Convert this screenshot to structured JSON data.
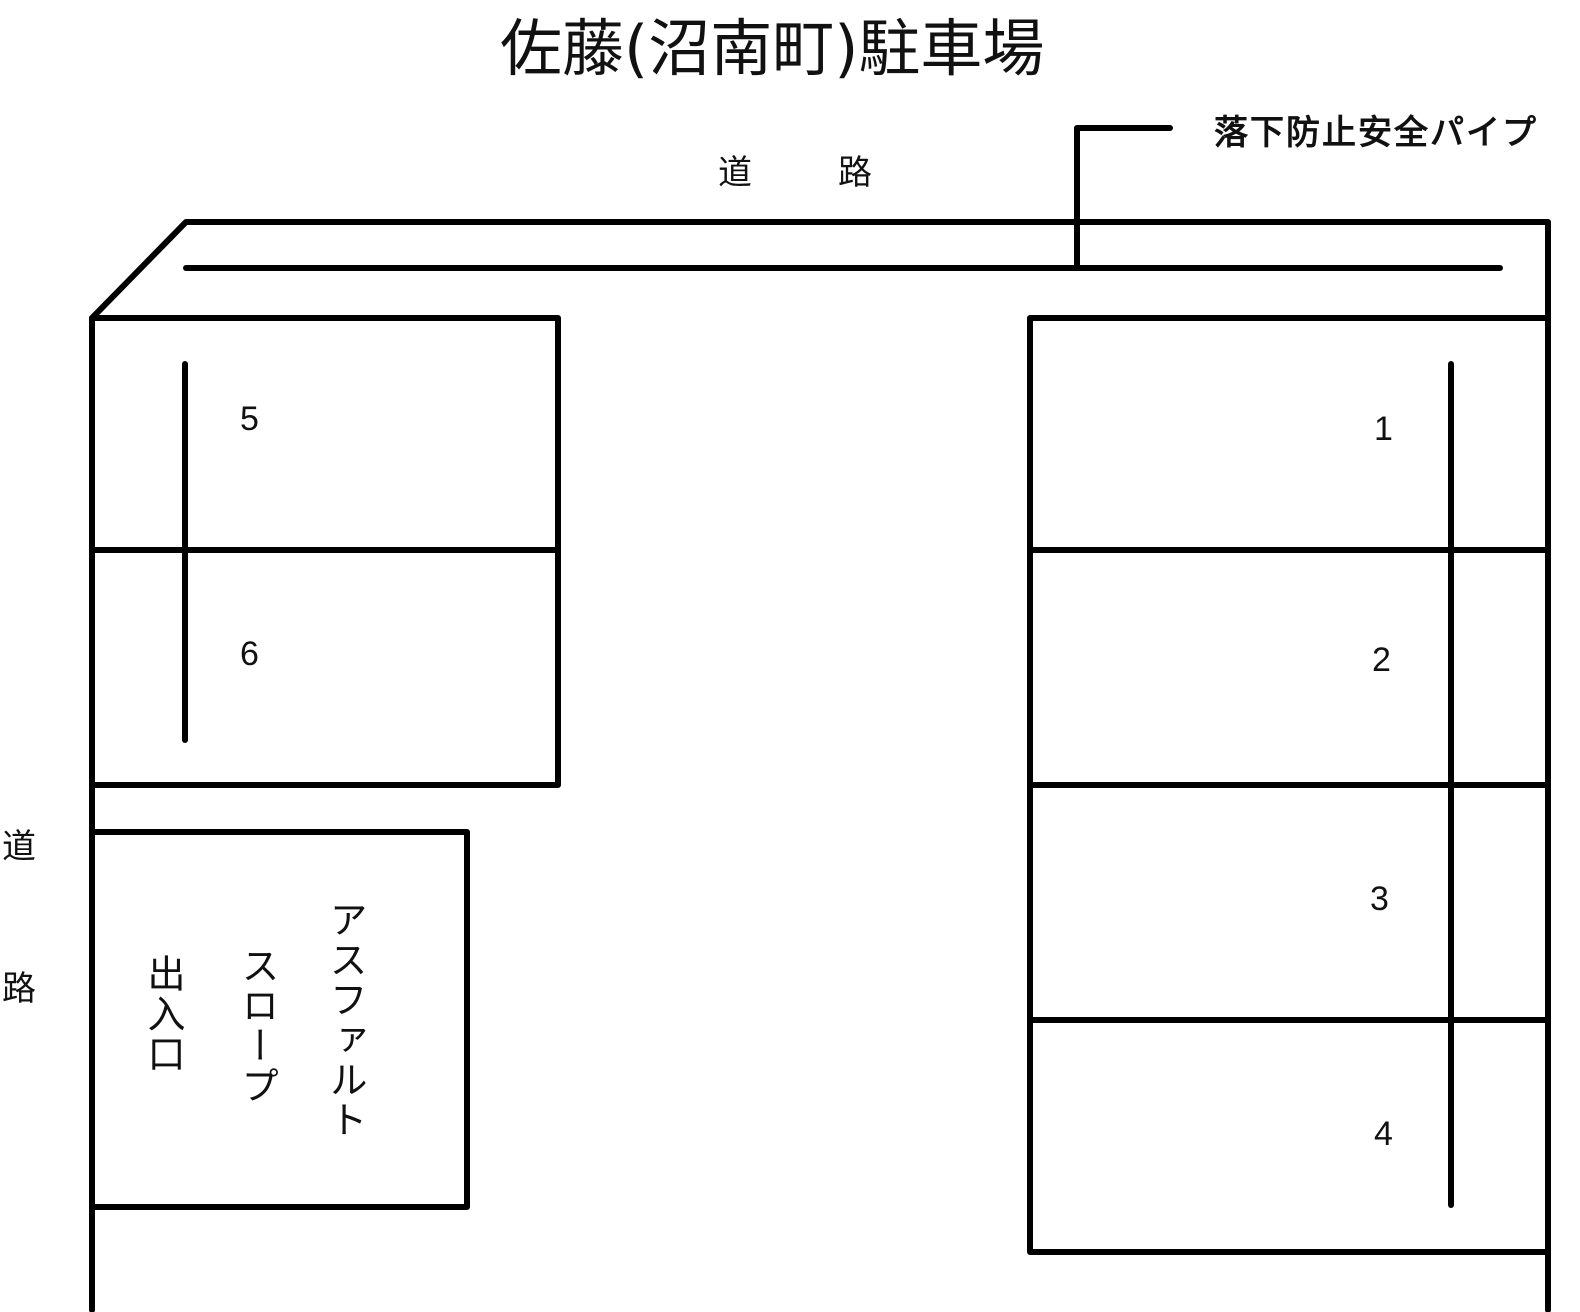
{
  "title": "佐藤(沼南町)駐車場",
  "labels": {
    "road_top_1": "道",
    "road_top_2": "路",
    "road_left_1": "道",
    "road_left_2": "路",
    "safety_pipe": "落下防止安全パイプ",
    "entrance": "出入口",
    "slope_line1": "スロープ",
    "slope_line2": "アスファルト"
  },
  "spaces": [
    {
      "number": "1",
      "side": "right"
    },
    {
      "number": "2",
      "side": "right"
    },
    {
      "number": "3",
      "side": "right"
    },
    {
      "number": "4",
      "side": "right"
    },
    {
      "number": "5",
      "side": "left"
    },
    {
      "number": "6",
      "side": "left"
    }
  ],
  "colors": {
    "line": "#000000",
    "background": "#ffffff"
  }
}
